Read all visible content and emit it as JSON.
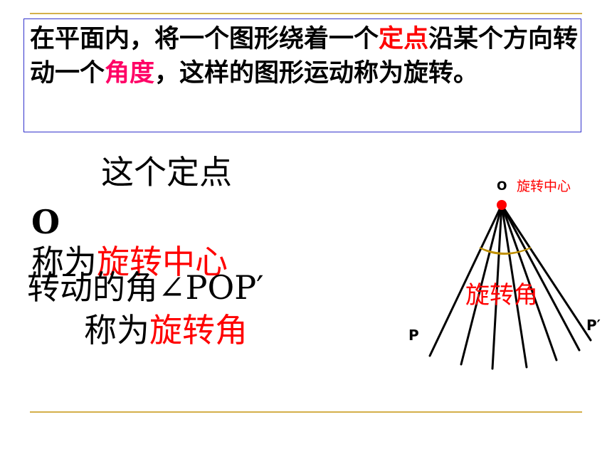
{
  "definition": {
    "part1": "在平面内，将一个图形绕着一个",
    "hl1": "定点",
    "part2": "沿某个方向转动一个",
    "hl2": "角度",
    "part3": "，这样的图形运动称为旋转。"
  },
  "center_text": {
    "line1": "这个定点",
    "letter": "O",
    "prefix": "称为",
    "term": "旋转中心"
  },
  "angle_text": {
    "line1": "转动的角∠POP′",
    "prefix": "称为",
    "term": "旋转角"
  },
  "diagram": {
    "center_label": "O",
    "center_caption": "旋转中心",
    "angle_caption": "旋转角",
    "p_label": "P",
    "p_prime_label": "P′"
  },
  "colors": {
    "accent_red": "#ff0000",
    "accent_pink": "#ff0066",
    "box_border": "#3333cc",
    "rule": "#d4b04a",
    "arc": "#f0c020"
  }
}
